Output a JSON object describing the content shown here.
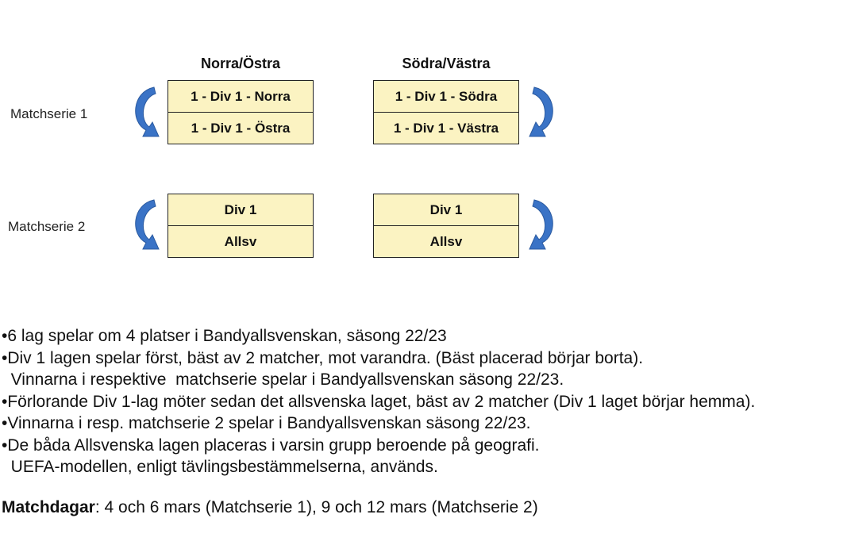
{
  "diagram": {
    "columns": [
      {
        "header": "Norra/Östra"
      },
      {
        "header": "Södra/Västra"
      }
    ],
    "rows": [
      {
        "label": "Matchserie 1"
      },
      {
        "label": "Matchserie 2"
      }
    ],
    "groups": {
      "r1_left": [
        "1 - Div 1 - Norra",
        "1 - Div 1 - Östra"
      ],
      "r1_right": [
        "1 - Div 1 - Södra",
        "1 - Div 1 - Västra"
      ],
      "r2_left": [
        "Div 1",
        "Allsv"
      ],
      "r2_right": [
        "Div 1",
        "Allsv"
      ]
    },
    "colors": {
      "box_fill": "#fbf3c2",
      "box_border": "#222222",
      "arrow": "#3a73c6"
    },
    "icons": [
      "curved-arrow-icon"
    ]
  },
  "notes": [
    "•6 lag spelar om 4 platser i Bandyallsvenskan, säsong 22/23",
    "•Div 1 lagen spelar först, bäst av 2 matcher, mot varandra. (Bäst placerad börjar borta).",
    "  Vinnarna i respektive  matchserie spelar i Bandyallsvenskan säsong 22/23.",
    "•Förlorande Div 1-lag möter sedan det allsvenska laget, bäst av 2 matcher (Div 1 laget börjar hemma).",
    "•Vinnarna i resp. matchserie 2 spelar i Bandyallsvenskan säsong 22/23.",
    "•De båda Allsvenska lagen placeras i varsin grupp beroende på geografi.",
    "  UEFA-modellen, enligt tävlingsbestämmelserna, används."
  ],
  "matchdays": {
    "label": "Matchdagar",
    "text": ": 4 och 6 mars (Matchserie 1), 9 och 12 mars (Matchserie 2)"
  }
}
